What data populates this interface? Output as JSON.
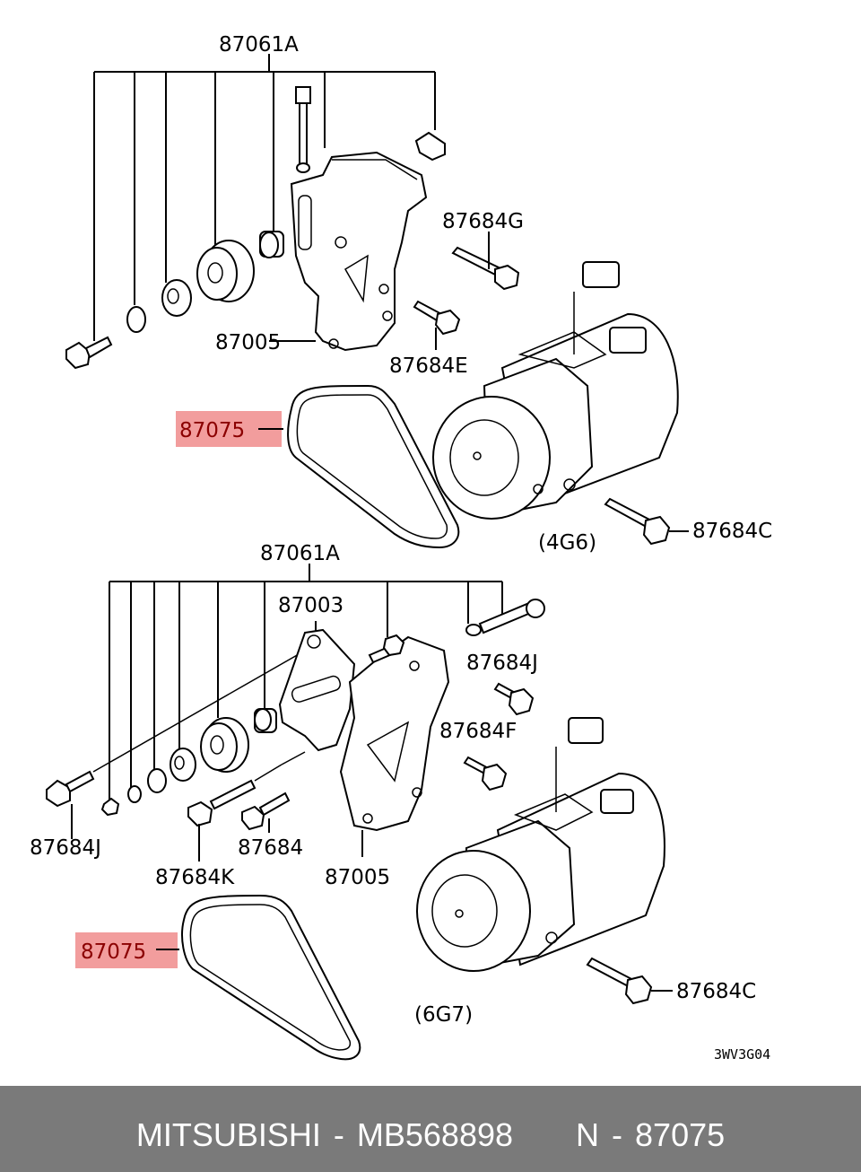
{
  "top_group": {
    "title": "87061A",
    "labels": {
      "bracket": "87005",
      "bolt_g": "87684G",
      "bolt_e": "87684E",
      "belt": "87075",
      "bolt_c": "87684C",
      "engine": "(4G6)"
    }
  },
  "bottom_group": {
    "title": "87061A",
    "labels": {
      "idler": "87003",
      "bolt_j_right": "87684J",
      "bolt_f": "87684F",
      "bolt_j_left": "87684J",
      "bolt_plain": "87684",
      "bolt_k": "87684K",
      "bracket": "87005",
      "belt": "87075",
      "bolt_c": "87684C",
      "engine": "(6G7)"
    }
  },
  "diagram_code": "3WV3G04",
  "footer": {
    "brand": "MITSUBISHI",
    "part_number": "MB568898",
    "ref": "N - 87075"
  },
  "colors": {
    "highlight": "#f08c8c",
    "footer_bg": "#7a7a7a"
  }
}
